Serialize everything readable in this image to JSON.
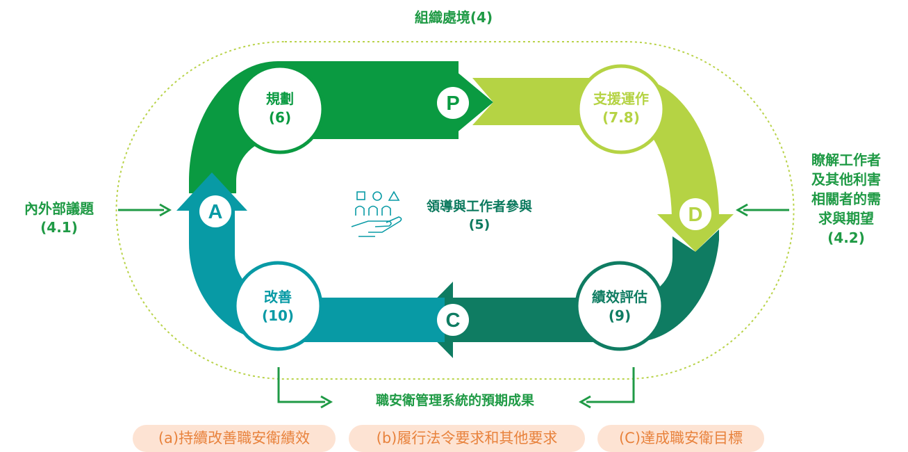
{
  "context": "組織處境(4)",
  "external_issues": {
    "title": "內外部議題",
    "ref": "(4.1)"
  },
  "interested_parties": {
    "lines": [
      "瞭解工作者",
      "及其他利害",
      "相關者的需",
      "求與期望"
    ],
    "ref": "(4.2)"
  },
  "leadership": {
    "title": "領導與工作者參與",
    "ref": "(5)"
  },
  "stages": {
    "plan": {
      "title": "規劃",
      "ref": "(6)",
      "letter": "P"
    },
    "support": {
      "title": "支援運作",
      "ref": "(7.8)"
    },
    "do": {
      "letter": "D"
    },
    "evaluation": {
      "title": "績效評估",
      "ref": "(9)",
      "letter": "C"
    },
    "improvement": {
      "title": "改善",
      "ref": "(10)",
      "letter": "A"
    }
  },
  "outcomes": {
    "title": "職安衛管理系統的預期成果",
    "items": [
      "(a)持續改善職安衛績效",
      "(b)履行法令要求和其他要求",
      "(C)達成職安衛目標"
    ]
  },
  "colors": {
    "plan": "#0a9a41",
    "support": "#b5d344",
    "do": "#0f7c62",
    "check": "#0e7a61",
    "act": "#089aa5",
    "arrow": "#1f9a45",
    "pill_bg": "#fde3d3",
    "pill_text": "#e8823c",
    "dashed": "#b9d34a"
  }
}
